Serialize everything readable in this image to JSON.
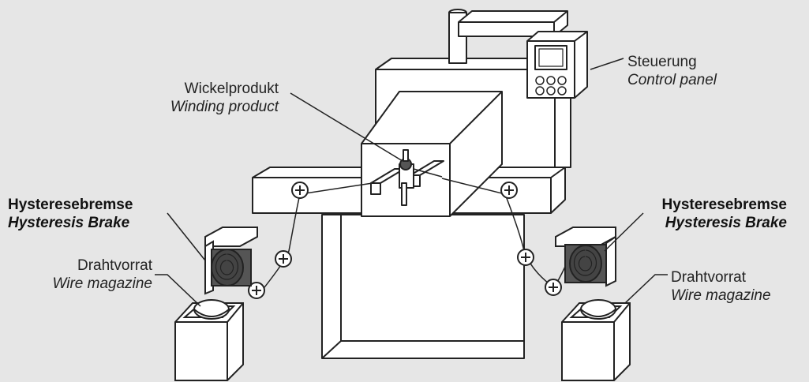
{
  "labels": {
    "winding_product": {
      "de": "Wickelprodukt",
      "en": "Winding product"
    },
    "control_panel": {
      "de": "Steuerung",
      "en": "Control panel"
    },
    "brake_left": {
      "de": "Hysteresebremse",
      "en": "Hysteresis Brake"
    },
    "brake_right": {
      "de": "Hysteresebremse",
      "en": "Hysteresis Brake"
    },
    "wire_left": {
      "de": "Drahtvorrat",
      "en": "Wire magazine"
    },
    "wire_right": {
      "de": "Drahtvorrat",
      "en": "Wire magazine"
    }
  },
  "colors": {
    "background": "#e6e6e6",
    "line": "#222222",
    "fill": "#ffffff",
    "brake_coil": "#555555"
  }
}
